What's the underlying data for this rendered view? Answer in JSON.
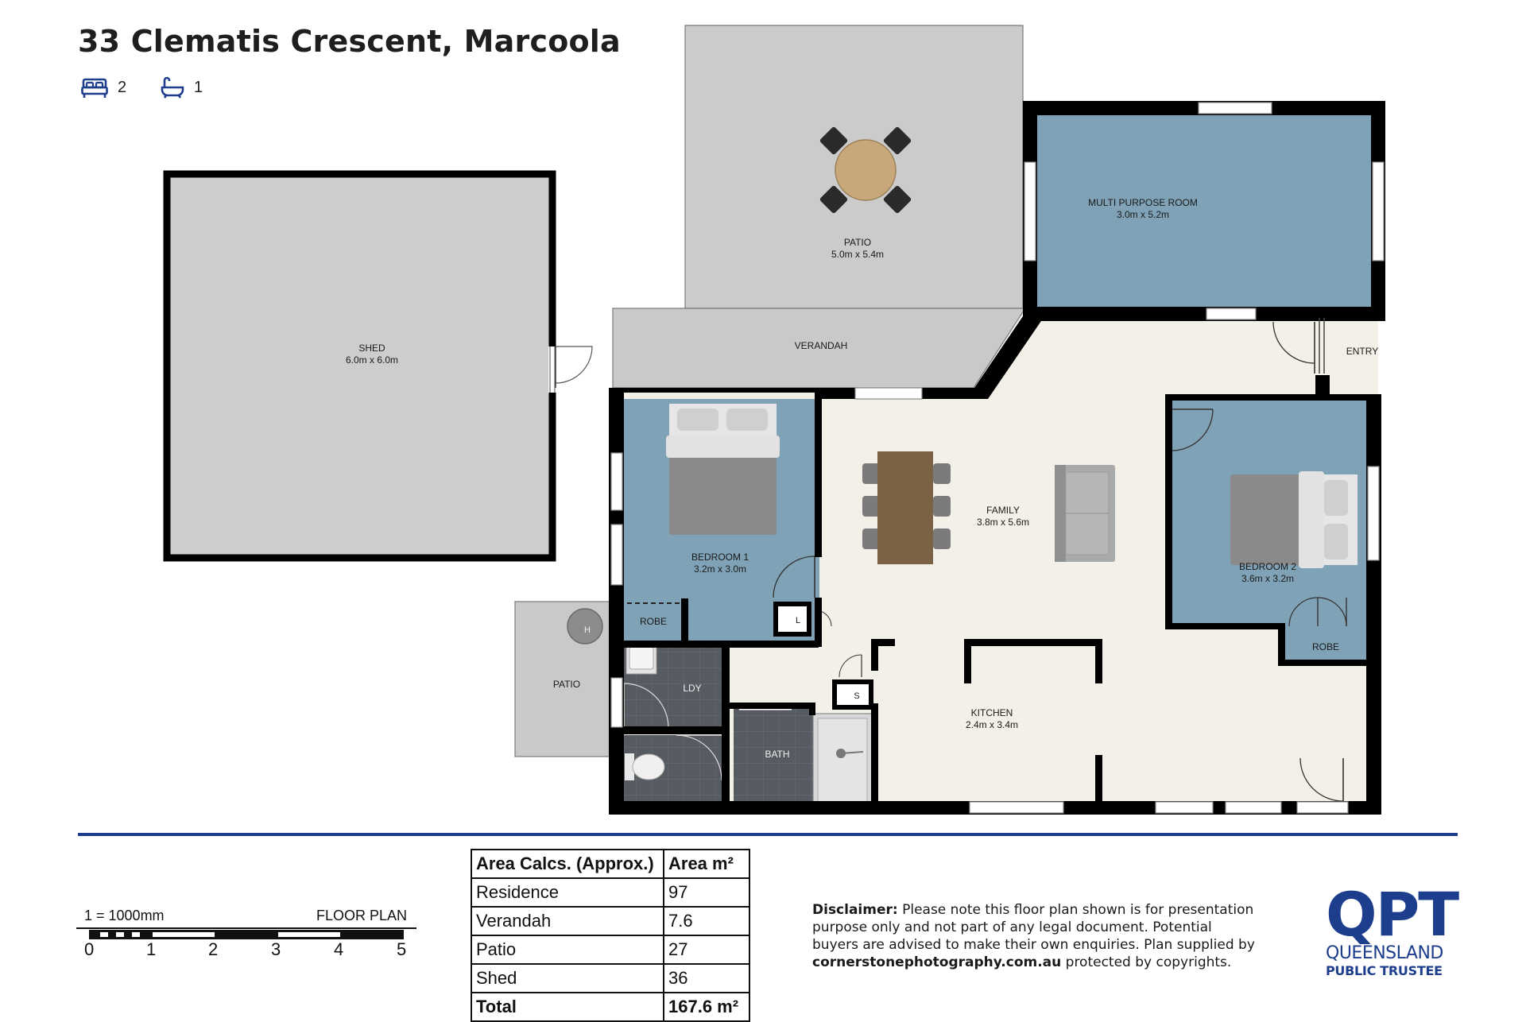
{
  "header": {
    "address": "33 Clematis Crescent, Marcoola",
    "bedrooms": "2",
    "bathrooms": "1",
    "bed_icon": "bed-icon",
    "bath_icon": "bathtub-icon",
    "accent_color": "#1d3e8c"
  },
  "rooms": {
    "shed": {
      "name": "SHED",
      "size": "6.0m x 6.0m"
    },
    "patio_top": {
      "name": "PATIO",
      "size": "5.0m x 5.4m"
    },
    "multi": {
      "name": "MULTI PURPOSE ROOM",
      "size": "3.0m x 5.2m"
    },
    "verandah": {
      "name": "VERANDAH"
    },
    "entry": {
      "name": "ENTRY"
    },
    "bedroom1": {
      "name": "BEDROOM 1",
      "size": "3.2m x 3.0m"
    },
    "family": {
      "name": "FAMILY",
      "size": "3.8m x 5.6m"
    },
    "bedroom2": {
      "name": "BEDROOM 2",
      "size": "3.6m x 3.2m"
    },
    "robe1": {
      "name": "ROBE"
    },
    "robe2": {
      "name": "ROBE"
    },
    "linen": {
      "name": "L"
    },
    "heater": {
      "name": "H"
    },
    "patio_side": {
      "name": "PATIO"
    },
    "laundry": {
      "name": "LDY"
    },
    "store": {
      "name": "S"
    },
    "kitchen": {
      "name": "KITCHEN",
      "size": "2.4m x 3.4m"
    },
    "bath": {
      "name": "BATH"
    }
  },
  "scale": {
    "ratio": "1 = 1000mm",
    "label": "FLOOR PLAN",
    "ticks": [
      "0",
      "1",
      "2",
      "3",
      "4",
      "5"
    ]
  },
  "area_table": {
    "headers": [
      "Area Calcs. (Approx.)",
      "Area m²"
    ],
    "rows": [
      {
        "name": "Residence",
        "value": "97"
      },
      {
        "name": "Verandah",
        "value": "7.6"
      },
      {
        "name": "Patio",
        "value": "27"
      },
      {
        "name": "Shed",
        "value": "36"
      }
    ],
    "total": {
      "name": "Total",
      "value": "167.6 m²"
    }
  },
  "disclaimer": {
    "heading": "Disclaimer:",
    "text": " Please note this floor plan shown is for presentation purpose only and not part of any legal document. Potential buyers are advised to make their own enquiries. Plan supplied by ",
    "site": "cornerstonephotography.com.au",
    "tail": " protected by copyrights."
  },
  "logo": {
    "mark": "QPT",
    "line1": "QUEENSLAND",
    "line2": "PUBLIC TRUSTEE"
  }
}
